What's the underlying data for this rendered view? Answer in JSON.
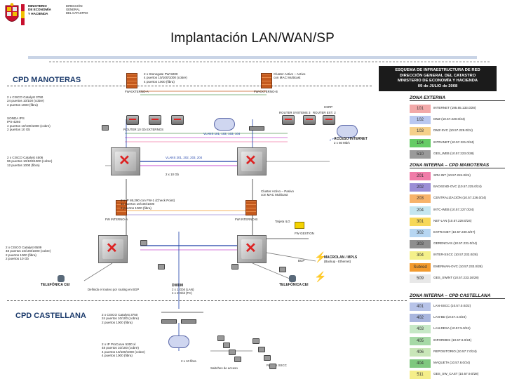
{
  "header": {
    "ministry": [
      "MINISTERIO",
      "DE ECONOMÍA",
      "Y HACIENDA"
    ],
    "department": [
      "DIRECCIÓN",
      "GENERAL",
      "DEL CATASTRO"
    ],
    "title": "Implantación LAN/WAN/SP"
  },
  "sections": {
    "manoteras": "CPD MANOTERAS",
    "castellana": "CPD CASTELLANA"
  },
  "legend": {
    "title_lines": [
      "ESQUEMA DE INFRAESTRUCTURA DE RED",
      "DIRECCIÓN GENERAL DEL CATASTRO",
      "MINISTERIO DE ECONOMÍA Y HACIENDA",
      "09 de JULIO de 2008"
    ],
    "zones": [
      {
        "name": "ZONA EXTERNA",
        "rows": [
          {
            "num": "101",
            "color": "#f2a9a9",
            "text": "INTERNET (195.65.133.0/28)"
          },
          {
            "num": "102",
            "color": "#b9c8f0",
            "text": "DMZ (10.57.220.0/24)"
          },
          {
            "num": "103",
            "color": "#f5d08a",
            "text": "DMZ-SVC (10.57.229.0/24)"
          },
          {
            "num": "104",
            "color": "#66cc66",
            "text": "INTRANET (10.57.221.0/24)"
          },
          {
            "num": "510",
            "color": "#9a9a9a",
            "text": "GES_WEB (10.57.223.0/28)"
          }
        ]
      },
      {
        "name": "ZONA INTERNA – CPD MANOTERAS",
        "rows": [
          {
            "num": "201",
            "color": "#f07ca8",
            "text": "SRV-INT (10.57.224.0/24)"
          },
          {
            "num": "202",
            "color": "#9b8ed6",
            "text": "BACKEND-OVC (10.57.225.0/24)"
          },
          {
            "num": "203",
            "color": "#f7b36a",
            "text": "CENTRALIZACIÓN (10.57.226.0/24)"
          },
          {
            "num": "204",
            "color": "#c5e6f0",
            "text": "INTC-WEB (10.57.227.0/24)"
          },
          {
            "num": "301",
            "color": "#f7d85a",
            "text": "NET-LAN (10.57.228.0/24)"
          },
          {
            "num": "302",
            "color": "#b6d6f2",
            "text": "EXTRANET (10.57.230.0/27)"
          },
          {
            "num": "303",
            "color": "#8e8e8e",
            "text": "GERENCIAS (10.57.231.0/24)"
          },
          {
            "num": "304",
            "color": "#f4f08a",
            "text": "INTER-SSCC (10.57.232.0/28)"
          },
          {
            "num": "Subred",
            "color": "#f29a2e",
            "text": "EMERMAN-OVC (10.57.233.0/28)"
          },
          {
            "num": "509",
            "color": "#e8e8e8",
            "text": "GES_SWINT (10.57.233.16/28)"
          }
        ]
      },
      {
        "name": "ZONA INTERNA – CPD CASTELLANA",
        "rows": [
          {
            "num": "401",
            "color": "#b7c3e8",
            "text": "LAN-SSCC (10.57.0.0/22)"
          },
          {
            "num": "402",
            "color": "#a9b6de",
            "text": "LAN-BD (10.57.4.0/24)"
          },
          {
            "num": "403",
            "color": "#c6e8c6",
            "text": "LAN-DESA (10.57.5.0/24)"
          },
          {
            "num": "405",
            "color": "#a6d9a6",
            "text": "INFORMES (10.57.6.0/24)"
          },
          {
            "num": "406",
            "color": "#c9e6b8",
            "text": "REPOSITORIO (10.57.7.0/24)"
          },
          {
            "num": "404",
            "color": "#7fc87f",
            "text": "MAQUETA (10.57.8.0/24)"
          },
          {
            "num": "511",
            "color": "#f5ee8a",
            "text": "GES_SW_CAST (10.57.9.0/28)"
          }
        ]
      }
    ]
  },
  "notes": {
    "m_core": [
      "2 x CISCO Catalyst 3750",
      "24 puertos 10/100 (cobre)",
      "4 puertos 1000 (fibra)"
    ],
    "m_probe": [
      "SONDA IPS",
      "IPS-4260",
      "4 puertos 10/100/1000 (cobre)",
      "2 puertos 10 Gb"
    ],
    "m_switch": [
      "2 x CISCO Catalyst 4506",
      "96 puertos 10/100/1000 (cobre)",
      "12 puertos 1000 (fibra)"
    ],
    "m_fw_top": [
      "2 x Stonegate FW-5000",
      "4 puertos 10/100/1000 (cobre)",
      "4 puertos 1000 (fibra)"
    ],
    "m_cluster_top": [
      "Cluster Activo – Activo",
      "con MAC Multicast"
    ],
    "m_fw_mid": [
      "2 x IP ML290 con FW-1 (Check Point)",
      "11 puertos 10/100/1000",
      "2 puertos 1000 (fibra)"
    ],
    "m_cluster_mid": [
      "Cluster Activo – Pasivo",
      "con MAC Multicast"
    ],
    "m_lower_switch": [
      "2 x CISCO Catalyst 6509",
      "48 puertos 10/100/1000 (cobre)",
      "2 puertos 1000 (fibra)",
      "2 puertos 10 Gb"
    ],
    "c_switch": [
      "2 x CISCO Catalyst 3750",
      "24 puertos 10/100 (cobre)",
      "2 puertos 1000 (fibra)"
    ],
    "c_fw": [
      "2 x IP ProCurve 5300 xl",
      "48 puertos 10/100 (cobre)",
      "4 puertos 10/100/1000 (cobre)",
      "4 puertos 1000 (fibra)"
    ]
  },
  "labels": {
    "fw_externo": "FW-EXTERNO-A",
    "fw_externo_b": "FW-EXTERNO-B",
    "router_ext_1": "ROUTER 10 Gb EXTERNOS",
    "router_ext_2": "ROUTER SYSTEMS 3",
    "router_ext_3": "ROUTER EXT. 2",
    "hsrp": "HSRP",
    "internet": "ACCESO INTERNET",
    "internet_sub": "2 x 50 Mb/s",
    "vlans_top": "VLANS 101, 102, 103, 104",
    "vlans_mid": "VLANS 201, 202, 203, 204",
    "link_10g": "2 x 10 Gb",
    "fw_interno_a": "FW INTERNO-A",
    "fw_interno_b": "FW INTERNO-B",
    "tarjeta_ilo": "Tarjeta ILO",
    "fw_gestion": "FW GESTION",
    "telefonica_a": "TELEFÓNICA CEI",
    "telefonica_b": "TELEFÓNICA CEI",
    "macrolan": "MACROLAN / MPLS",
    "macrolan_sub": "(Backup - Ethernet)",
    "bgp": "BGP",
    "dwdm": "DWDM",
    "dwdm_sub": [
      "2 x 1 Gbit (LAN)",
      "4 x 2 Gbit (FC)"
    ],
    "switches_lan": "Switches de acceso",
    "routers_c": "Routers SSCC",
    "fibra": "2 x 10 fibra",
    "distrib": "Definido el routeo por routing en BGP"
  }
}
